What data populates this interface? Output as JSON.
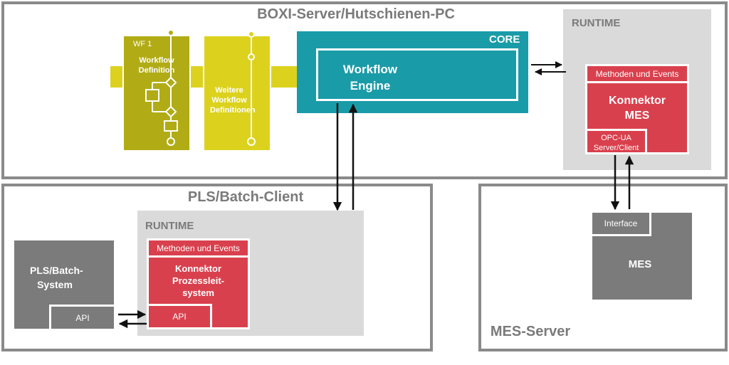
{
  "boxi": {
    "title": "BOXI-Server/Hutschienen-PC"
  },
  "pls_client": {
    "title": "PLS/Batch-Client"
  },
  "mes_server": {
    "title": "MES-Server"
  },
  "core": {
    "label": "CORE",
    "engine": "Workflow Engine"
  },
  "workflows": {
    "wf1_tag": "WF 1",
    "wf1_label": "Workflow Definition",
    "further_label": "Weitere Workflow Definitionen"
  },
  "runtime_top": {
    "label": "RUNTIME",
    "methods": "Methoden und Events",
    "connector": "Konnektor MES",
    "opcua": "OPC-UA Server/Client"
  },
  "runtime_bottom": {
    "label": "RUNTIME",
    "methods": "Methoden und Events",
    "connector": "Konnektor Prozessleit-system",
    "api": "API"
  },
  "pls_system": {
    "label": "PLS/Batch-System",
    "api": "API"
  },
  "mes_box": {
    "label": "MES",
    "interface": "Interface"
  },
  "colors": {
    "frame": "#8a8a8a",
    "core": "#1a9ba8",
    "connector": "#d9404d",
    "system": "#7b7b7b",
    "runtime": "#dadada",
    "workflow_dark": "#b1ac15",
    "workflow_light": "#dcd21d"
  }
}
